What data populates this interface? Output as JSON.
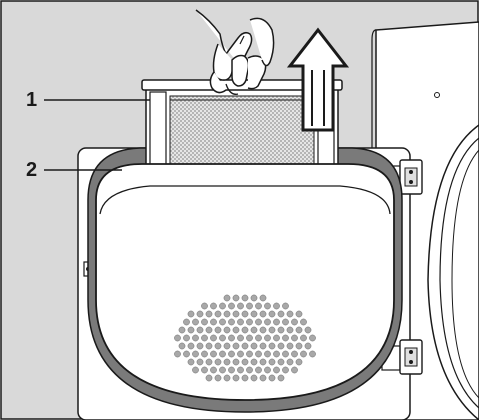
{
  "callouts": [
    {
      "id": "1",
      "label": "1"
    },
    {
      "id": "2",
      "label": "2"
    }
  ],
  "colors": {
    "panel": "#d9d9d9",
    "line": "#1a1a1a",
    "white": "#ffffff",
    "gasket": "#7a7a7a",
    "mesh": "#bfbfbf"
  },
  "icons": [
    "hand-icon",
    "arrow-up-icon",
    "hinge-icon"
  ]
}
